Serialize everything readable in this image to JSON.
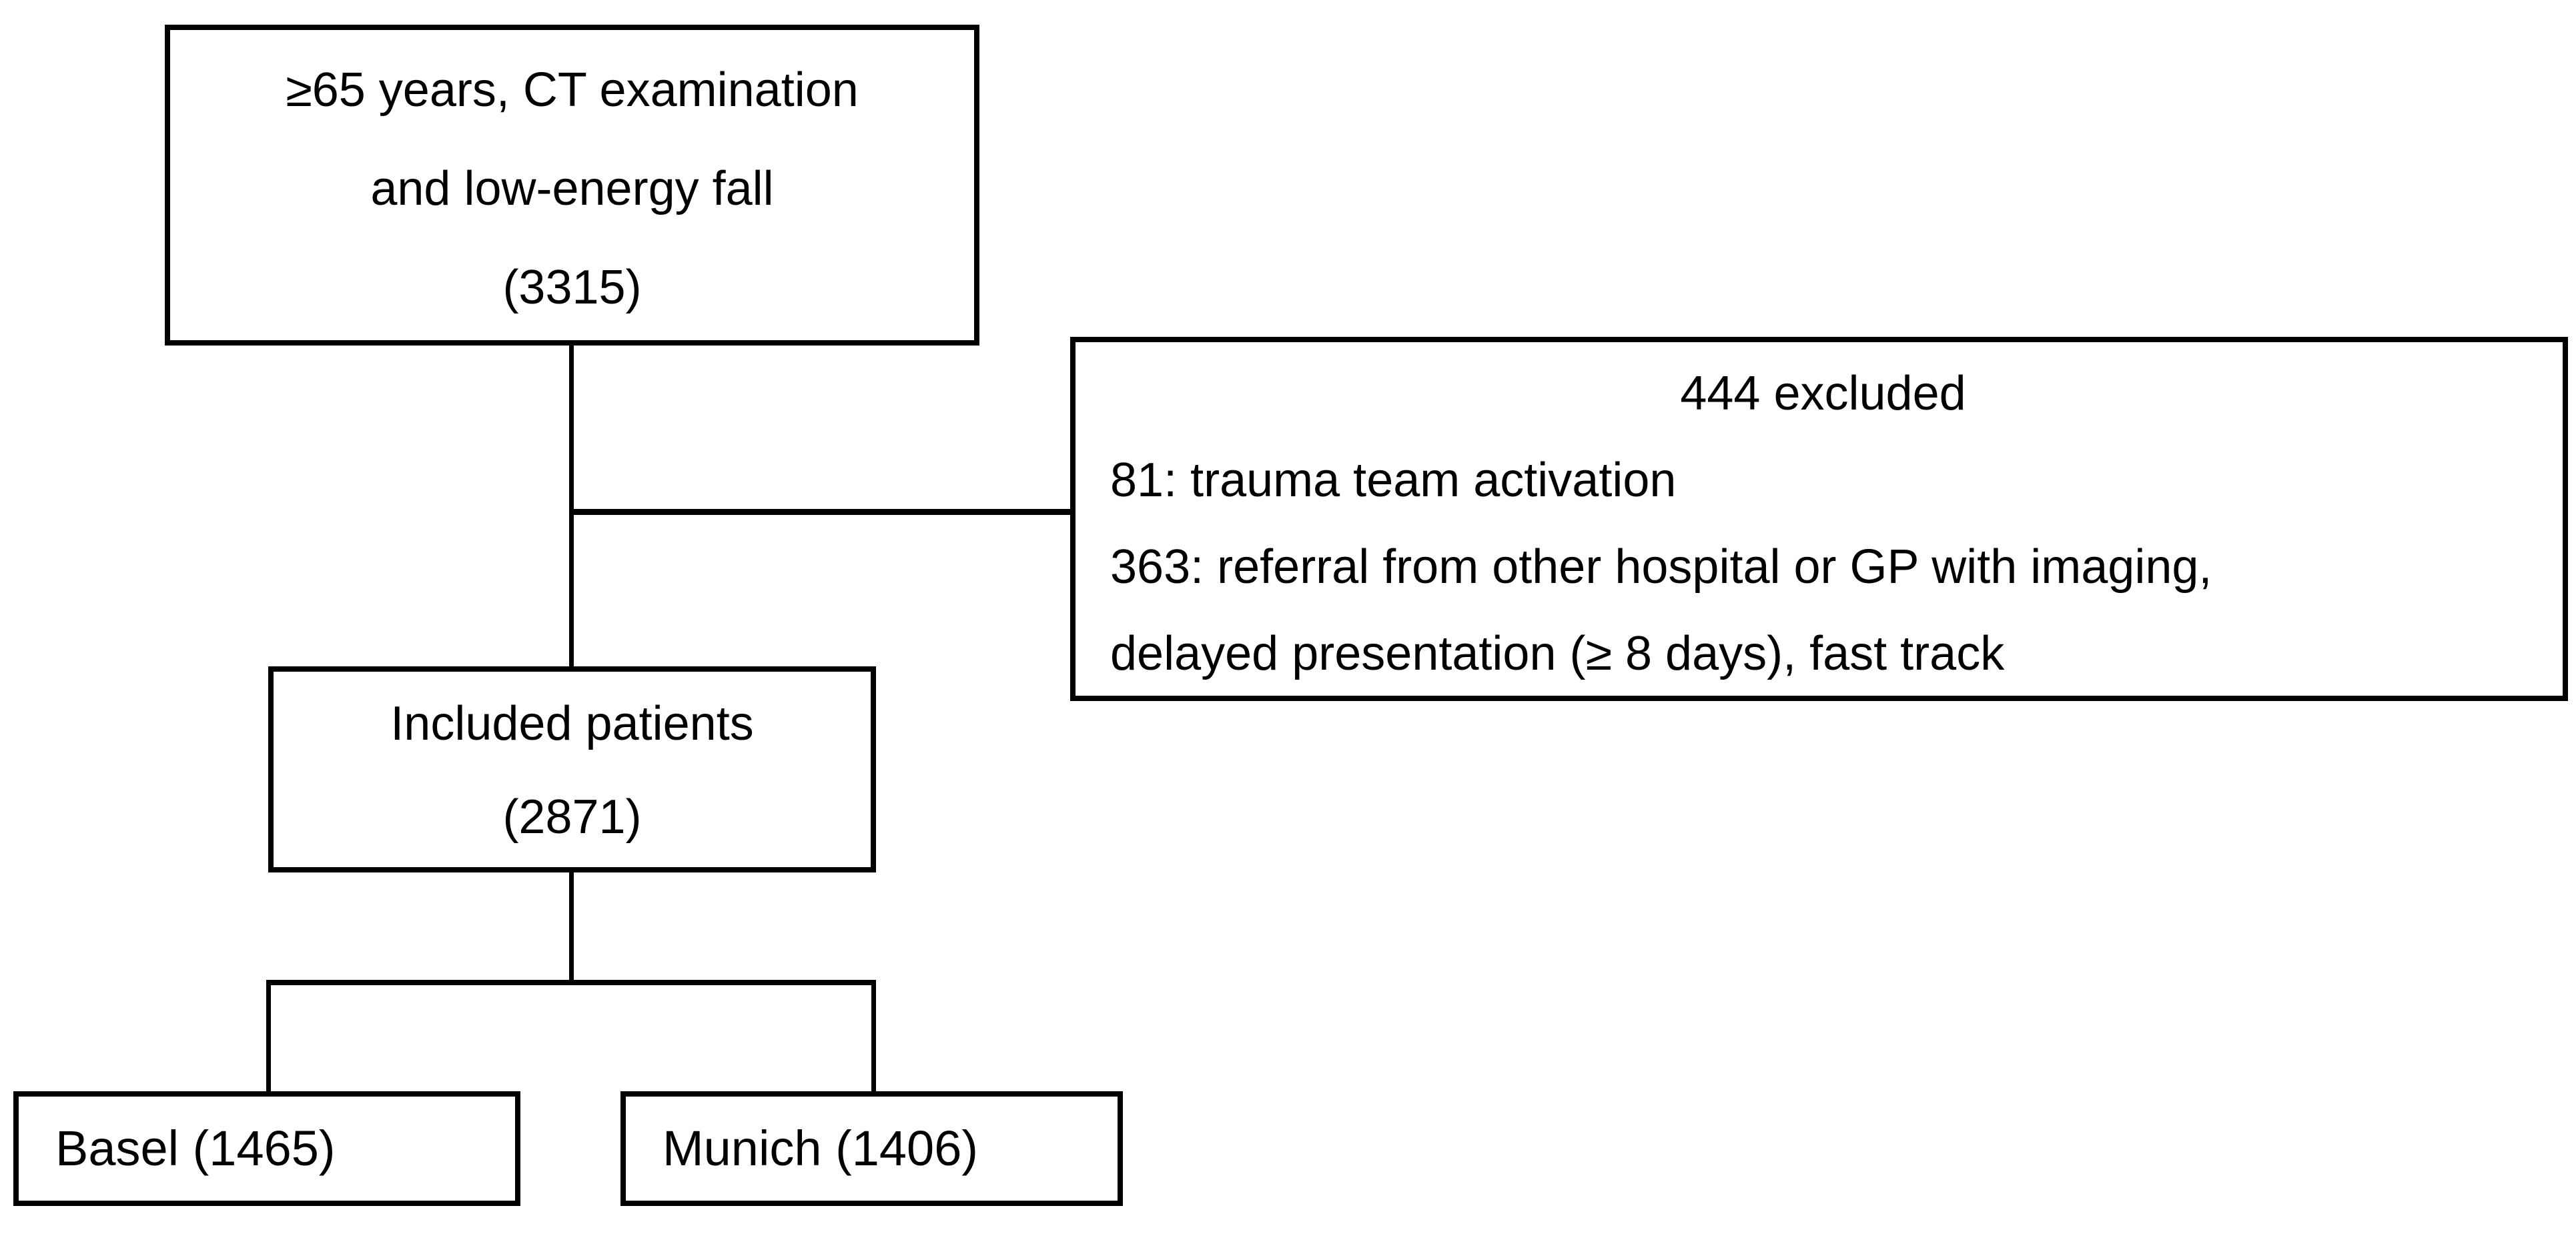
{
  "style": {
    "background": "#ffffff",
    "border_color": "#000000",
    "text_color": "#000000"
  },
  "flowchart": {
    "eligible_box": {
      "line1": "≥65 years, CT examination",
      "line2": "and low-energy fall",
      "line3": "(3315)"
    },
    "excluded_box": {
      "title": "444 excluded",
      "line1": "81: trauma team activation",
      "line2": "363: referral from other hospital or GP with imaging,",
      "line3": "delayed presentation (≥ 8 days), fast track"
    },
    "included_box": {
      "line1": "Included patients",
      "line2": "(2871)"
    },
    "basel_box": {
      "label": "Basel (1465)"
    },
    "munich_box": {
      "label": "Munich (1406)"
    }
  }
}
